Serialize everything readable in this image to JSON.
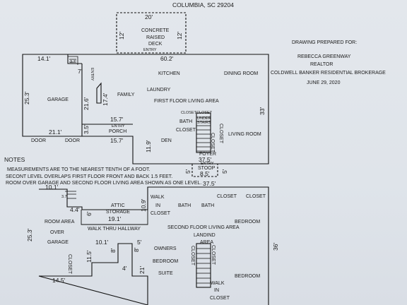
{
  "title": "COLUMBIA, SC 29204",
  "prepared": {
    "heading": "DRAWING PREPARED FOR:",
    "client": "REBECCA GREENWAY",
    "role": "REALTOR",
    "company": "COLDWELL BANKER RESIDENTIAL BROKERAGE",
    "date": "JUNE 29, 2020"
  },
  "notes": {
    "heading": "NOTES",
    "lines": [
      "MEASUREMENTS ARE TO THE NEAREST TENTH OF A FOOT.",
      "SECONT LEVEL OVERLAPS FIRST FLOOR FRONT AND BACK 1.5 FEET.",
      "ROOM OVER GARAGE AND SECOND FLOOR LIVING AREA SHOWN AS ONE LEVEL."
    ]
  },
  "first_floor": {
    "deck": {
      "top": "20'",
      "left": "12'",
      "right": "12'",
      "lines": [
        "CONCRETE",
        "RAISED",
        "DECK"
      ],
      "entry": "ENTRY"
    },
    "dims": {
      "top_width": "60.2'",
      "garage_top": "14.1'",
      "d37": "3.7'",
      "d7": "7'",
      "garage_left": "25.3'",
      "garage_right": "21.6'",
      "garage_bottom": "21.1'",
      "d174": "17.4'",
      "d157a": "15.7'",
      "d35": "3.5'",
      "d157b": "15.7'",
      "d119": "11.9'",
      "right_side": "33'",
      "bottom": "37.5'",
      "stoop_w": "8.5'",
      "stoop_l": "5'",
      "stoop_r": "5'"
    },
    "rooms": {
      "kitchen": "KITCHEN",
      "dining": "DINING ROOM",
      "family": "FAMILY",
      "laundry": "LAUNDRY",
      "living_area": "FIRST FLOOR LIVING AREA",
      "garage": "GARAGE",
      "bath": "BATH",
      "closet": "CLOSET",
      "closet_sm1": "CLOSET",
      "closet_sm2": "CLOSET",
      "under_stairs": "UNDER STAIRS",
      "closet_v1": "CLOSET",
      "closet_v2": "CLOSET",
      "living_room": "LIVING ROOM",
      "den": "DEN",
      "foyer": "FOYER",
      "entry_v": "ENTRY",
      "entry_porch": "ENTRY",
      "porch": "PORCH",
      "stoop": "STOOP",
      "entry_stoop": "ENTRY",
      "door1": "DOOR",
      "door2": "DOOR"
    }
  },
  "second_floor": {
    "dims": {
      "top": "10.1'",
      "d37": "3.7'",
      "d44": "4.4'",
      "d6": "6'",
      "left": "25.3'",
      "attic_w": "19.1'",
      "d109": "10.9'",
      "d101": "10.1'",
      "d115": "11.5'",
      "d8a": "8'",
      "d8b": "8'",
      "d5": "5'",
      "d4": "4'",
      "d21": "21'",
      "bottom": "14.5'",
      "right": "36'",
      "top2": "37.5'"
    },
    "rooms": {
      "attic": "ATTIC",
      "storage": "STORAGE",
      "room_area": "ROOM AREA",
      "over": "OVER",
      "garage": "GARAGE",
      "hallway": "WALK THRU HALLWAY",
      "closet_v": "CLOSET",
      "walk": "WALK",
      "in": "IN",
      "closet_w": "CLOSET",
      "bath1": "BATH",
      "bath2": "BATH",
      "closet1": "CLOSET",
      "closet2": "CLOSET",
      "bedroom1": "BEDROOM",
      "living_area": "SECOND FLOOR LIVING AREA",
      "landing": "LANDIND",
      "area": "AREA",
      "owners": "OWNERS",
      "bedroom2": "BEDROOM",
      "suite": "SUITE",
      "closet_v2": "CLOSET",
      "closet_v3": "CLOSET",
      "bedroom3": "BEDROOM",
      "walk2": "WALK",
      "in2": "IN",
      "closet_w2": "CLOSET"
    }
  }
}
